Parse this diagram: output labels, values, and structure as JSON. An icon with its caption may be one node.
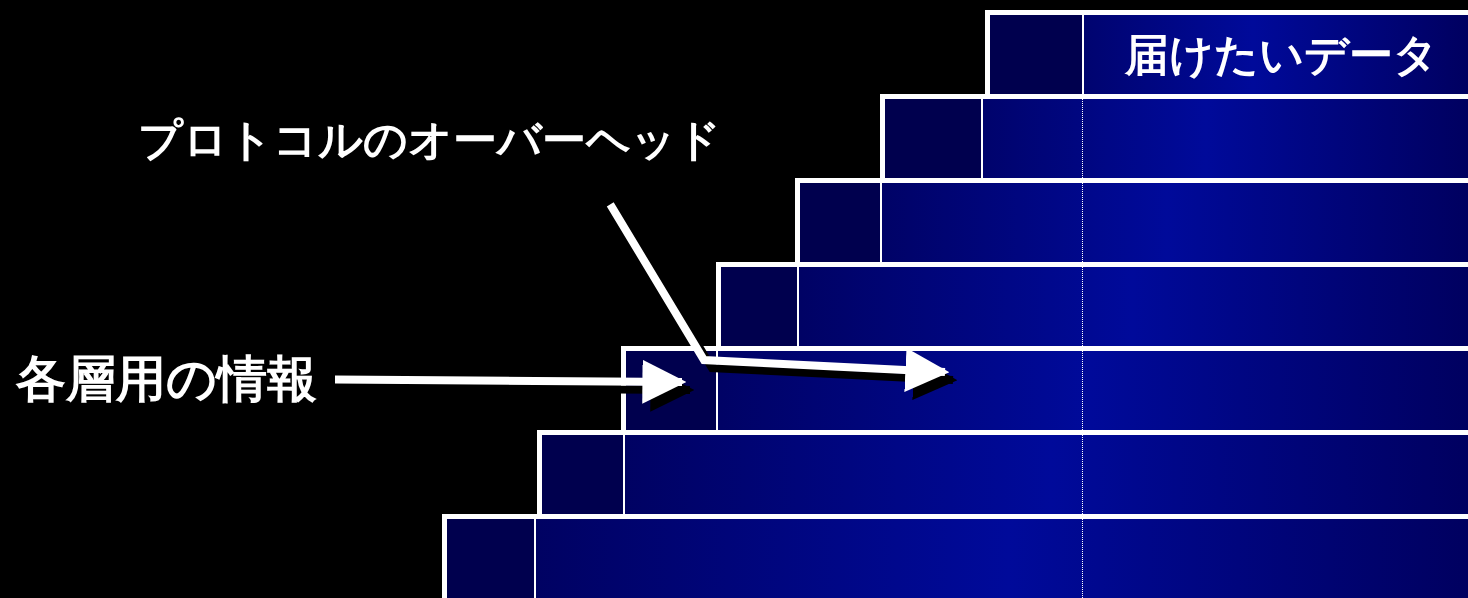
{
  "diagram": {
    "nodes": [
      {
        "text": [
          "届けたいデータ"
        ]
      },
      {
        "text": [],
        "shape": "bar"
      },
      {
        "text": [],
        "shape": "bar"
      },
      {
        "text": [],
        "shape": "bar"
      },
      {
        "text": [],
        "shape": "bar"
      },
      {
        "text": [],
        "shape": "bar"
      },
      {
        "text": [],
        "shape": "bar"
      },
      {
        "text": [
          "プロトコルのオーバーヘッド"
        ]
      },
      {
        "text": [
          "各層用の情報"
        ]
      }
    ],
    "edges": [
      {
        "from": 7,
        "to": 4,
        "arrow": "to"
      },
      {
        "from": 8,
        "to": 4,
        "arrow": "to"
      }
    ]
  }
}
